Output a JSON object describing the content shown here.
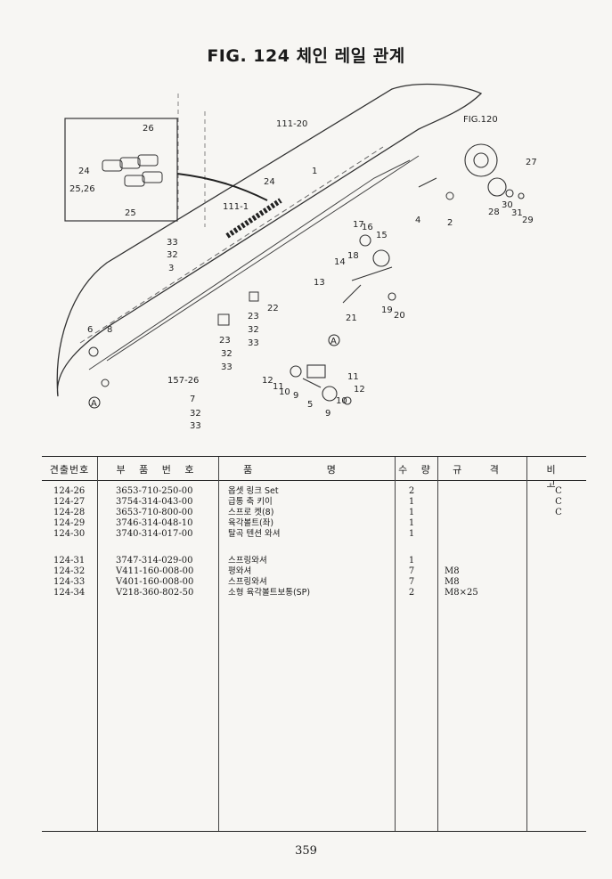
{
  "page": {
    "title": "FIG. 124 체인 레일 관계",
    "page_number": "359"
  },
  "diagram": {
    "callouts": [
      "111-20",
      "FIG.120",
      "27",
      "26",
      "24",
      "25,26",
      "25",
      "24",
      "111-1",
      "4",
      "2",
      "28",
      "30",
      "31",
      "29",
      "17",
      "16",
      "15",
      "18",
      "33",
      "32",
      "3",
      "14",
      "13",
      "22",
      "21",
      "19",
      "20",
      "23",
      "32",
      "33",
      "23",
      "32",
      "33",
      "6",
      "8",
      "157-26",
      "7",
      "32",
      "33",
      "10",
      "11",
      "12",
      "12",
      "11",
      "10",
      "9",
      "5",
      "9",
      "1"
    ],
    "marker_label": "A"
  },
  "table": {
    "headers": {
      "ref": "견출번호",
      "part": "부 품 번 호",
      "name": "품 명",
      "qty": "수 량",
      "spec": "규 격",
      "note": "비 고"
    },
    "rows": [
      {
        "ref": "124-26",
        "part": "3653-710-250-00",
        "name": "옵셋 링크 Set",
        "qty": "2",
        "spec": "",
        "note": "C"
      },
      {
        "ref": "124-27",
        "part": "3754-314-043-00",
        "name": "급통 축 키이",
        "qty": "1",
        "spec": "",
        "note": "C"
      },
      {
        "ref": "124-28",
        "part": "3653-710-800-00",
        "name": "스프로 켓(8)",
        "qty": "1",
        "spec": "",
        "note": "C"
      },
      {
        "ref": "124-29",
        "part": "3746-314-048-10",
        "name": "육각볼트(좌)",
        "qty": "1",
        "spec": "",
        "note": ""
      },
      {
        "ref": "124-30",
        "part": "3740-314-017-00",
        "name": "탈곡 텐션 와셔",
        "qty": "1",
        "spec": "",
        "note": ""
      },
      {
        "ref": "124-31",
        "part": "3747-314-029-00",
        "name": "스프링와셔",
        "qty": "1",
        "spec": "",
        "note": ""
      },
      {
        "ref": "124-32",
        "part": "V411-160-008-00",
        "name": "평와셔",
        "qty": "7",
        "spec": "M8",
        "note": ""
      },
      {
        "ref": "124-33",
        "part": "V401-160-008-00",
        "name": "스프링와셔",
        "qty": "7",
        "spec": "M8",
        "note": ""
      },
      {
        "ref": "124-34",
        "part": "V218-360-802-50",
        "name": "소형 육각볼트보통(SP)",
        "qty": "2",
        "spec": "M8×25",
        "note": ""
      }
    ]
  }
}
